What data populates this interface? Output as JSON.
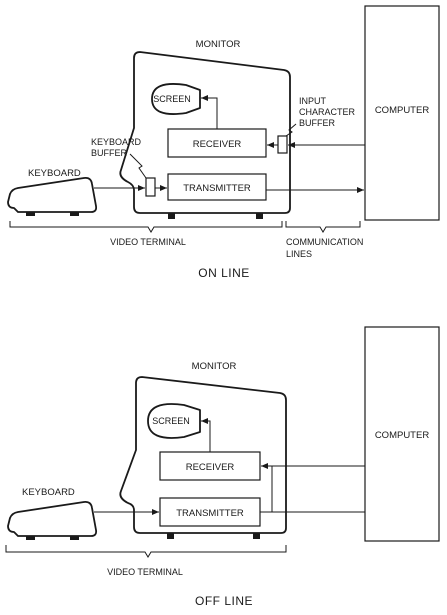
{
  "top": {
    "monitor": "MONITOR",
    "screen": "SCREEN",
    "receiver": "RECEIVER",
    "transmitter": "TRANSMITTER",
    "keyboard": "KEYBOARD",
    "keyboard_buffer": [
      "KEYBOARD",
      "BUFFER"
    ],
    "input_buffer": [
      "INPUT",
      "CHARACTER",
      "BUFFER"
    ],
    "computer": "COMPUTER",
    "video_terminal": "VIDEO TERMINAL",
    "communication_lines": [
      "COMMUNICATION",
      "LINES"
    ],
    "caption": "ON LINE"
  },
  "bottom": {
    "monitor": "MONITOR",
    "screen": "SCREEN",
    "receiver": "RECEIVER",
    "transmitter": "TRANSMITTER",
    "keyboard": "KEYBOARD",
    "computer": "COMPUTER",
    "video_terminal": "VIDEO TERMINAL",
    "caption": "OFF LINE"
  }
}
